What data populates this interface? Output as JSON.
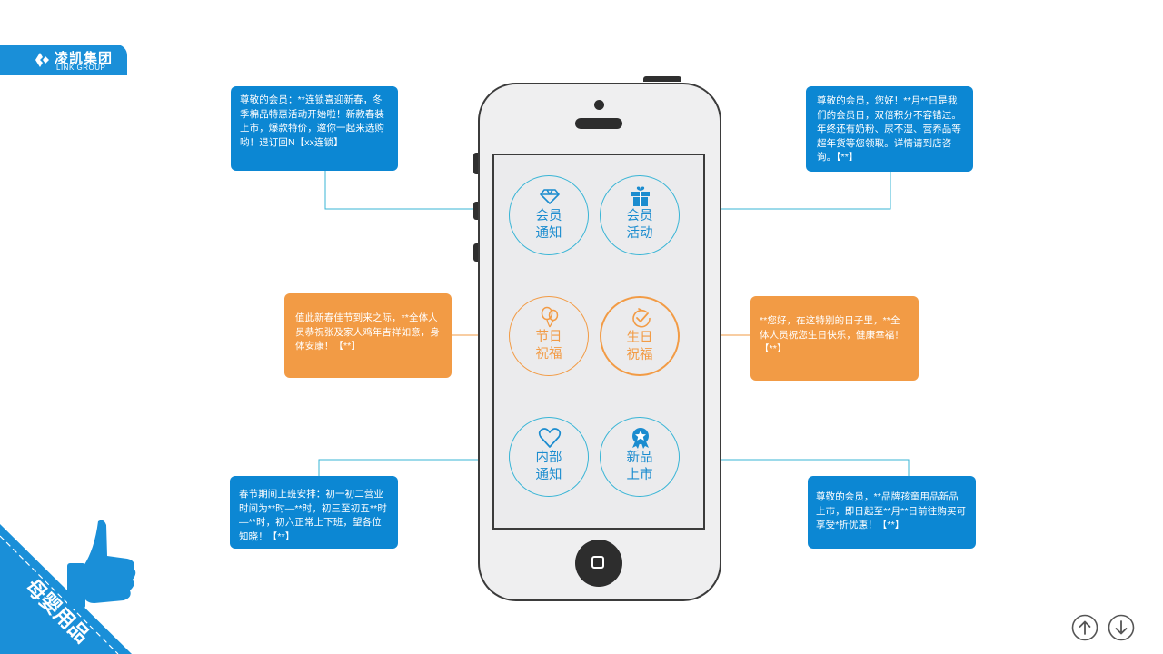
{
  "brand": {
    "name_cn": "凌凯集团",
    "name_en": "LINK GROUP"
  },
  "colors": {
    "blue": "#0c87d3",
    "orange": "#f29b45",
    "teal_line": "#39b5d6"
  },
  "circles": [
    {
      "line1": "会员",
      "line2": "通知",
      "icon": "diamond-icon"
    },
    {
      "line1": "会员",
      "line2": "活动",
      "icon": "gift-icon"
    },
    {
      "line1": "节日",
      "line2": "祝福",
      "icon": "balloon-icon"
    },
    {
      "line1": "生日",
      "line2": "祝福",
      "icon": "check-circle-icon"
    },
    {
      "line1": "内部",
      "line2": "通知",
      "icon": "heart-icon"
    },
    {
      "line1": "新品",
      "line2": "上市",
      "icon": "star-badge-icon"
    }
  ],
  "messages": {
    "top_left": "尊敬的会员：**连锁喜迎新春，冬季棉品特惠活动开始啦！新款春装上市，爆款特价，邀你一起来选购哟！退订回N【xx连锁】",
    "top_right": "尊敬的会员，您好！**月**日是我们的会员日，双倍积分不容错过。年终还有奶粉、尿不湿、营养品等超年货等您领取。详情请到店咨询。【**】",
    "mid_left": "值此新春佳节到来之际，**全体人员恭祝张及家人鸡年吉祥如意，身体安康！【**】",
    "mid_right": "**您好，在这特别的日子里，**全体人员祝您生日快乐，健康幸福！【**】",
    "bottom_left": "春节期间上班安排：初一初二营业时间为**时—**时，初三至初五**时—**时，初六正常上下班，望各位知晓！【**】",
    "bottom_right": "尊敬的会员，**品牌孩童用品新品上市，即日起至**月**日前往购买可享受*折优惠！【**】"
  },
  "corner_label": "母婴用品",
  "nav": {
    "up_icon": "arrow-up-circle-icon",
    "down_icon": "arrow-down-circle-icon"
  }
}
